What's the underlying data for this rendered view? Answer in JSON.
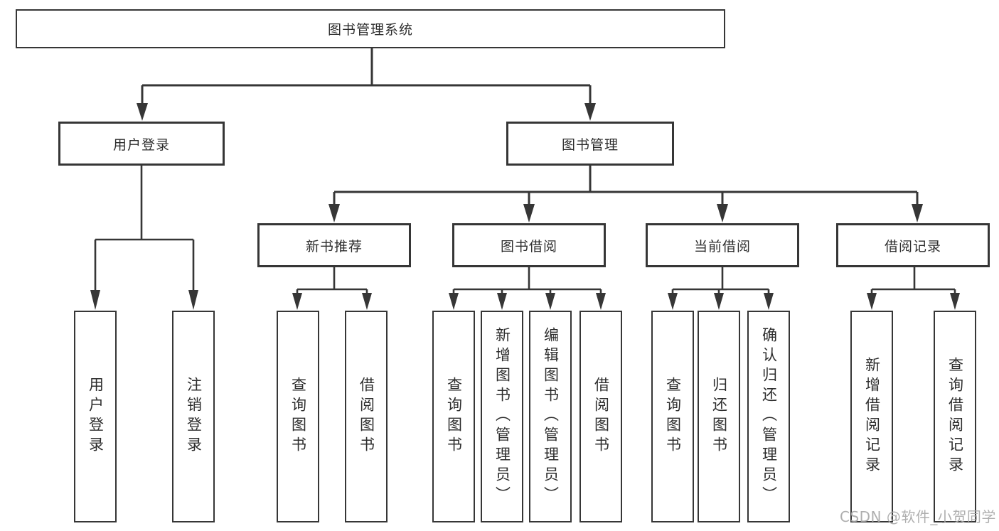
{
  "colors": {
    "line": "#363636",
    "box_border": "#363636",
    "text": "#2d2d2d",
    "background": "#ffffff",
    "watermark": "#a9a9a9"
  },
  "watermark": {
    "text": "CSDN @软件_小贺同学"
  },
  "root": {
    "label": "图书管理系统"
  },
  "level2": [
    {
      "label": "用户登录"
    },
    {
      "label": "图书管理"
    }
  ],
  "level3": [
    {
      "label": "新书推荐",
      "parent": "图书管理"
    },
    {
      "label": "图书借阅",
      "parent": "图书管理"
    },
    {
      "label": "当前借阅",
      "parent": "图书管理"
    },
    {
      "label": "借阅记录",
      "parent": "图书管理"
    }
  ],
  "leaves": [
    {
      "label": "用户登录",
      "parent": "用户登录"
    },
    {
      "label": "注销登录",
      "parent": "用户登录"
    },
    {
      "label": "查询图书",
      "parent": "新书推荐"
    },
    {
      "label": "借阅图书",
      "parent": "新书推荐"
    },
    {
      "label": "查询图书",
      "parent": "图书借阅"
    },
    {
      "label": "新增图书（管理员）",
      "parent": "图书借阅"
    },
    {
      "label": "编辑图书（管理员）",
      "parent": "图书借阅"
    },
    {
      "label": "借阅图书",
      "parent": "图书借阅"
    },
    {
      "label": "查询图书",
      "parent": "当前借阅"
    },
    {
      "label": "归还图书",
      "parent": "当前借阅"
    },
    {
      "label": "确认归还（管理员）",
      "parent": "当前借阅"
    },
    {
      "label": "新增借阅记录",
      "parent": "借阅记录"
    },
    {
      "label": "查询借阅记录",
      "parent": "借阅记录"
    }
  ]
}
